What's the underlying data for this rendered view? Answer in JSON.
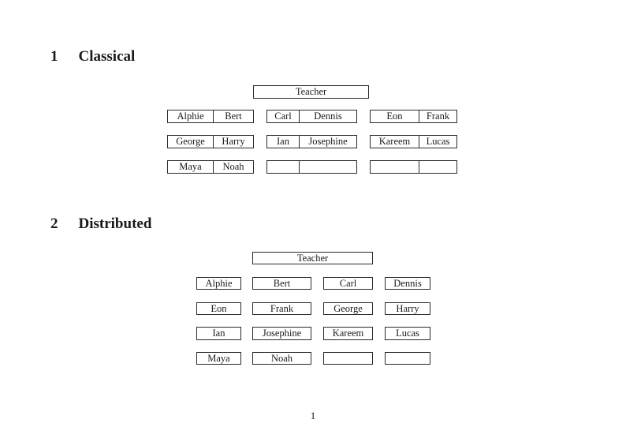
{
  "colors": {
    "background": "#ffffff",
    "ink": "#1a1a1a",
    "box_border": "#2a2a2a"
  },
  "classical": {
    "heading_number": "1",
    "heading_title": "Classical",
    "teacher_label": "Teacher",
    "rows": [
      [
        {
          "left": "Alphie",
          "right": "Bert"
        },
        {
          "left": "Carl",
          "right": "Dennis"
        },
        {
          "left": "Eon",
          "right": "Frank"
        }
      ],
      [
        {
          "left": "George",
          "right": "Harry"
        },
        {
          "left": "Ian",
          "right": "Josephine"
        },
        {
          "left": "Kareem",
          "right": "Lucas"
        }
      ],
      [
        {
          "left": "Maya",
          "right": "Noah"
        },
        {
          "left": "",
          "right": ""
        },
        {
          "left": "",
          "right": ""
        }
      ]
    ]
  },
  "distributed": {
    "heading_number": "2",
    "heading_title": "Distributed",
    "teacher_label": "Teacher",
    "rows": [
      [
        "Alphie",
        "Bert",
        "Carl",
        "Dennis"
      ],
      [
        "Eon",
        "Frank",
        "George",
        "Harry"
      ],
      [
        "Ian",
        "Josephine",
        "Kareem",
        "Lucas"
      ],
      [
        "Maya",
        "Noah",
        "",
        ""
      ]
    ]
  },
  "footer": {
    "page_number": "1"
  }
}
